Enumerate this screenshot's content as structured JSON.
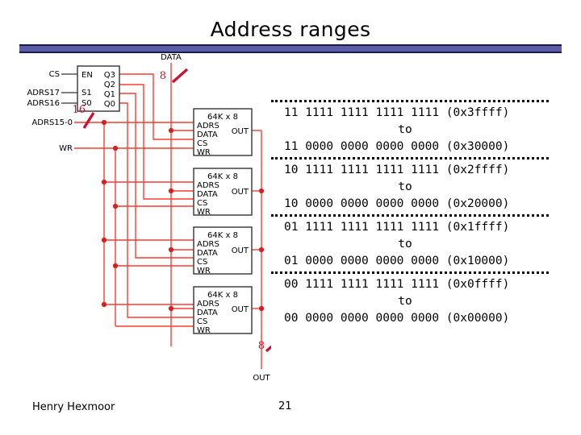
{
  "slide": {
    "title": "Address ranges",
    "footer_author": "Henry Hexmoor",
    "footer_page": "21",
    "accent_rule_color": "#5b5ea6",
    "accent_rule_border": "#1a1a4e"
  },
  "circuit": {
    "wire_color": "#ff3b30",
    "box_color": "#333333",
    "slash_color": "#cc1133",
    "decoder": {
      "inputs": [
        "EN",
        "S1",
        "S0"
      ],
      "outputs": [
        "Q3",
        "Q2",
        "Q1",
        "Q0"
      ]
    },
    "signals": {
      "cs": "CS",
      "adrs17": "ADRS17",
      "adrs16": "ADRS16",
      "adrs15_0": "ADRS15-0",
      "wr": "WR",
      "data": "DATA",
      "out": "OUT"
    },
    "bus_widths": {
      "data_in": "8",
      "address": "16",
      "data_out": "8"
    },
    "memories": [
      {
        "title": "64K x 8",
        "pins": [
          "ADRS",
          "DATA",
          "CS",
          "WR"
        ],
        "out": "OUT"
      },
      {
        "title": "64K x 8",
        "pins": [
          "ADRS",
          "DATA",
          "CS",
          "WR"
        ],
        "out": "OUT"
      },
      {
        "title": "64K x 8",
        "pins": [
          "ADRS",
          "DATA",
          "CS",
          "WR"
        ],
        "out": "OUT"
      },
      {
        "title": "64K x 8",
        "pins": [
          "ADRS",
          "DATA",
          "CS",
          "WR"
        ],
        "out": "OUT"
      }
    ]
  },
  "ranges": {
    "to_label": "to",
    "groups": [
      {
        "high_bits": "11 1111 1111 1111 1111",
        "high_hex": "(0x3ffff)",
        "low_bits": "11 0000 0000 0000 0000",
        "low_hex": "(0x30000)"
      },
      {
        "high_bits": "10 1111 1111 1111 1111",
        "high_hex": "(0x2ffff)",
        "low_bits": "10 0000 0000 0000 0000",
        "low_hex": "(0x20000)"
      },
      {
        "high_bits": "01 1111 1111 1111 1111",
        "high_hex": "(0x1ffff)",
        "low_bits": "01 0000 0000 0000 0000",
        "low_hex": "(0x10000)"
      },
      {
        "high_bits": "00 1111 1111 1111 1111",
        "high_hex": "(0x0ffff)",
        "low_bits": "00 0000 0000 0000 0000",
        "low_hex": "(0x00000)"
      }
    ]
  }
}
